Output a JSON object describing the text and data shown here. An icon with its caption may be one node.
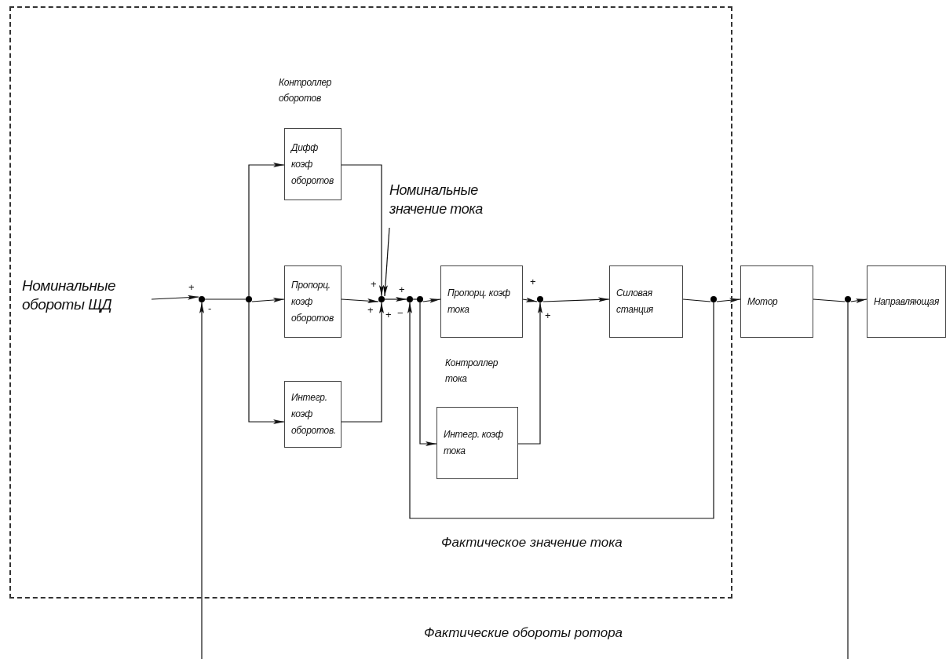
{
  "diagram": {
    "nodes": [
      {
        "text": [],
        "shape": "box"
      },
      {
        "text": [
          "Номинальные обороты ЩД"
        ],
        "in": 0
      },
      {
        "text": [],
        "shape": "circle",
        "in": 0
      },
      {
        "text": [],
        "shape": "circle",
        "in": 0
      },
      {
        "text": [
          "Дифф коэф оборотов"
        ],
        "in": 0
      },
      {
        "text": [
          "Пропорц. коэф оборотов"
        ],
        "in": 0
      },
      {
        "text": [
          "Интегр. коэф оборотов."
        ],
        "in": 0
      },
      {
        "text": [],
        "shape": "circle",
        "in": 0
      },
      {
        "text": [],
        "shape": "circle",
        "in": 0
      },
      {
        "text": [],
        "shape": "circle",
        "in": 0
      },
      {
        "text": [
          "Пропорц. коэф тока"
        ],
        "in": 0
      },
      {
        "text": [
          "Интегр. коэф тока"
        ],
        "in": 0
      },
      {
        "text": [],
        "shape": "circle",
        "in": 0
      },
      {
        "text": [
          "Силовая станция"
        ],
        "in": 0
      },
      {
        "text": [],
        "shape": "circle",
        "in": 0
      },
      {
        "text": [
          "Мотор"
        ]
      },
      {
        "text": [],
        "shape": "circle"
      },
      {
        "text": [
          "Направляющая"
        ]
      },
      {
        "text": [
          "Номинальные значение тока"
        ],
        "in": 0
      }
    ],
    "edges": [
      {
        "from": 1,
        "to": 2,
        "arrow": "to"
      },
      {
        "from": null,
        "to": 2,
        "arrow": "to"
      },
      {
        "from": 2,
        "to": 3,
        "arrow": "none"
      },
      {
        "from": 3,
        "to": 4,
        "arrow": "to"
      },
      {
        "from": 3,
        "to": 5,
        "arrow": "to"
      },
      {
        "from": 3,
        "to": 6,
        "arrow": "to"
      },
      {
        "from": 4,
        "to": 7,
        "arrow": "to"
      },
      {
        "from": 5,
        "to": 7,
        "arrow": "to"
      },
      {
        "from": 6,
        "to": 7,
        "arrow": "to"
      },
      {
        "from": 7,
        "to": 8,
        "arrow": "to"
      },
      {
        "from": 8,
        "to": 9,
        "arrow": "none"
      },
      {
        "from": 9,
        "to": 10,
        "arrow": "to"
      },
      {
        "from": 9,
        "to": 11,
        "arrow": "to"
      },
      {
        "from": 10,
        "to": 12,
        "arrow": "to"
      },
      {
        "from": 11,
        "to": 12,
        "arrow": "to"
      },
      {
        "from": 12,
        "to": 13,
        "arrow": "to"
      },
      {
        "from": 13,
        "to": 14,
        "arrow": "none"
      },
      {
        "from": 14,
        "to": 15,
        "arrow": "to"
      },
      {
        "from": 14,
        "to": 8,
        "arrow": "to",
        "label": "Фактическое значение тока"
      },
      {
        "from": 15,
        "to": 16,
        "arrow": "none"
      },
      {
        "from": 16,
        "to": 17,
        "arrow": "to"
      },
      {
        "from": 16,
        "to": null,
        "arrow": "none"
      },
      {
        "from": 18,
        "to": 7,
        "arrow": "to"
      }
    ],
    "labels": [
      "Контроллер оборотов",
      "+",
      "-",
      "+",
      "+",
      "+",
      "+",
      "−",
      "+",
      "+",
      "Контроллер тока",
      "Фактические обороты ротора"
    ]
  }
}
